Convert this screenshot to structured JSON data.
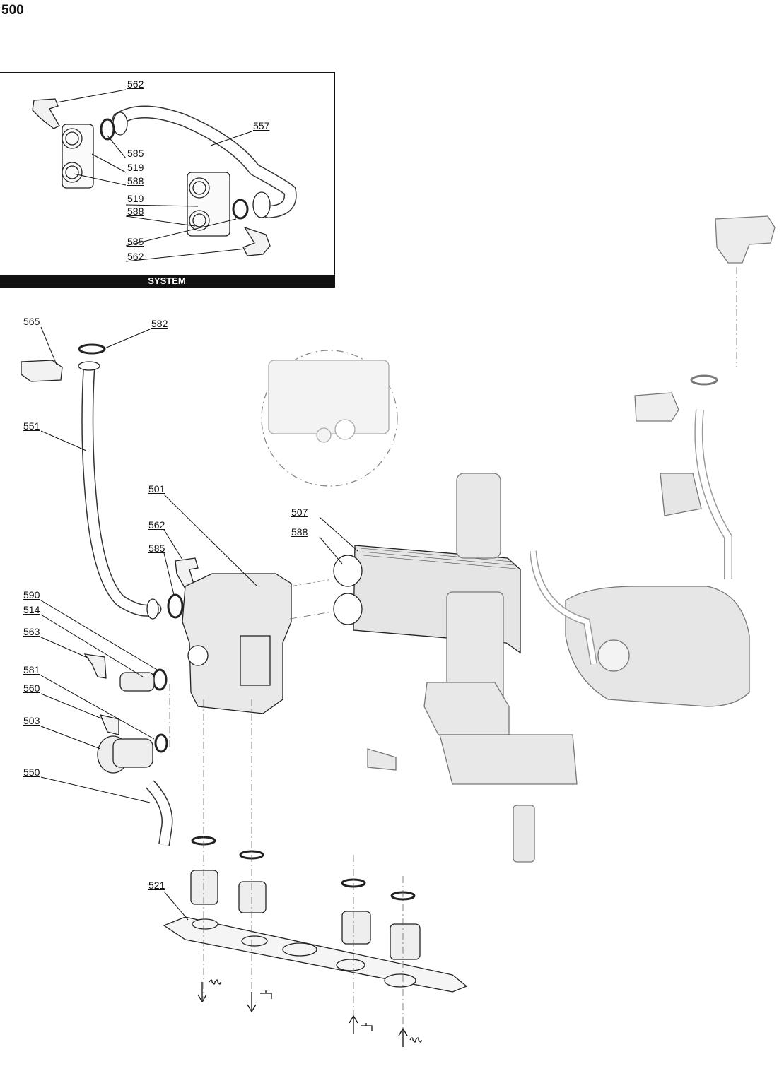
{
  "page": {
    "number": "500"
  },
  "inset": {
    "caption": "SYSTEM"
  },
  "labels": {
    "l562a": "562",
    "l557": "557",
    "l585a": "585",
    "l519a": "519",
    "l588a": "588",
    "l519b": "519",
    "l588b": "588",
    "l585b": "585",
    "l562b": "562",
    "l565": "565",
    "l582": "582",
    "l551": "551",
    "l501": "501",
    "l562c": "562",
    "l585c": "585",
    "l507": "507",
    "l588c": "588",
    "l590": "590",
    "l514": "514",
    "l563": "563",
    "l581": "581",
    "l560": "560",
    "l503": "503",
    "l550": "550",
    "l521": "521"
  },
  "icons": [
    "heating-flow-icon",
    "hot-water-outlet-icon",
    "cold-water-inlet-icon",
    "heating-return-icon"
  ]
}
